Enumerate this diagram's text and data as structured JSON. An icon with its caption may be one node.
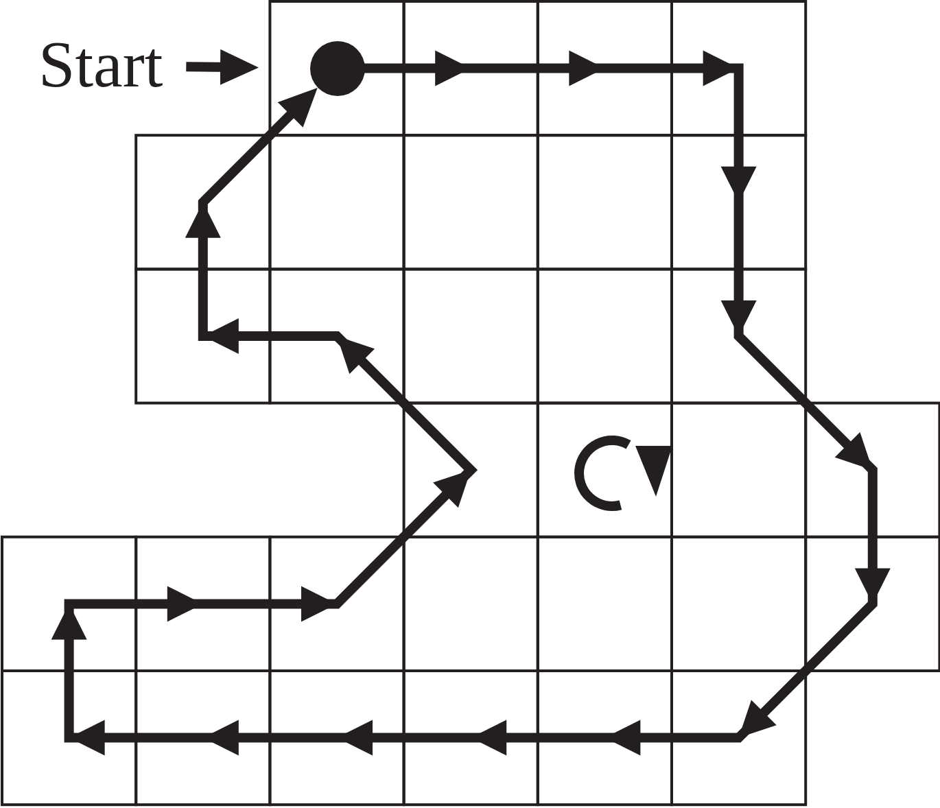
{
  "diagram": {
    "nodes": [
      {
        "text": [
          "Start"
        ]
      },
      {
        "text": [],
        "shape": "circle"
      }
    ],
    "edges": [
      {
        "from": 0,
        "to": 1,
        "arrow": "to"
      },
      {
        "from": 1,
        "to": 1,
        "arrow": "to"
      }
    ]
  }
}
